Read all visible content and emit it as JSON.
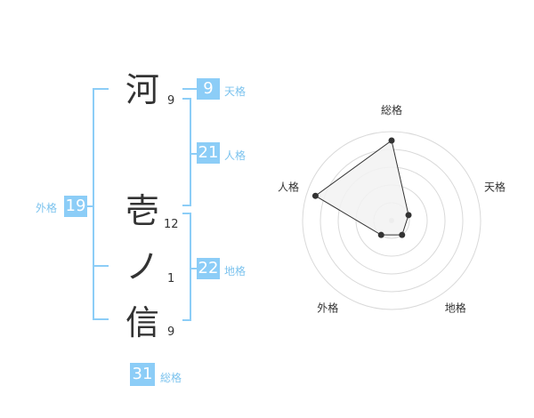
{
  "name": {
    "characters": [
      {
        "char": "河",
        "strokes": "9"
      },
      {
        "char": "壱",
        "strokes": "12"
      },
      {
        "char": "ノ",
        "strokes": "1"
      },
      {
        "char": "信",
        "strokes": "9"
      }
    ]
  },
  "fortune": {
    "tenkaku": {
      "value": "9",
      "label": "天格"
    },
    "jinkaku": {
      "value": "21",
      "label": "人格"
    },
    "chikaku": {
      "value": "22",
      "label": "地格"
    },
    "gaikaku": {
      "value": "19",
      "label": "外格"
    },
    "soukaku": {
      "value": "31",
      "label": "総格"
    }
  },
  "chart_data": {
    "type": "radar",
    "axes": [
      "総格",
      "天格",
      "地格",
      "外格",
      "人格"
    ],
    "values": [
      4.5,
      1.0,
      1.0,
      1.0,
      4.5
    ],
    "rmax": 5,
    "rings": 5,
    "fill": "#f2f2f2",
    "stroke": "#333333",
    "ring_color": "#d9d9d9"
  },
  "colors": {
    "accent": "#8ccdf7",
    "text": "#333333"
  }
}
